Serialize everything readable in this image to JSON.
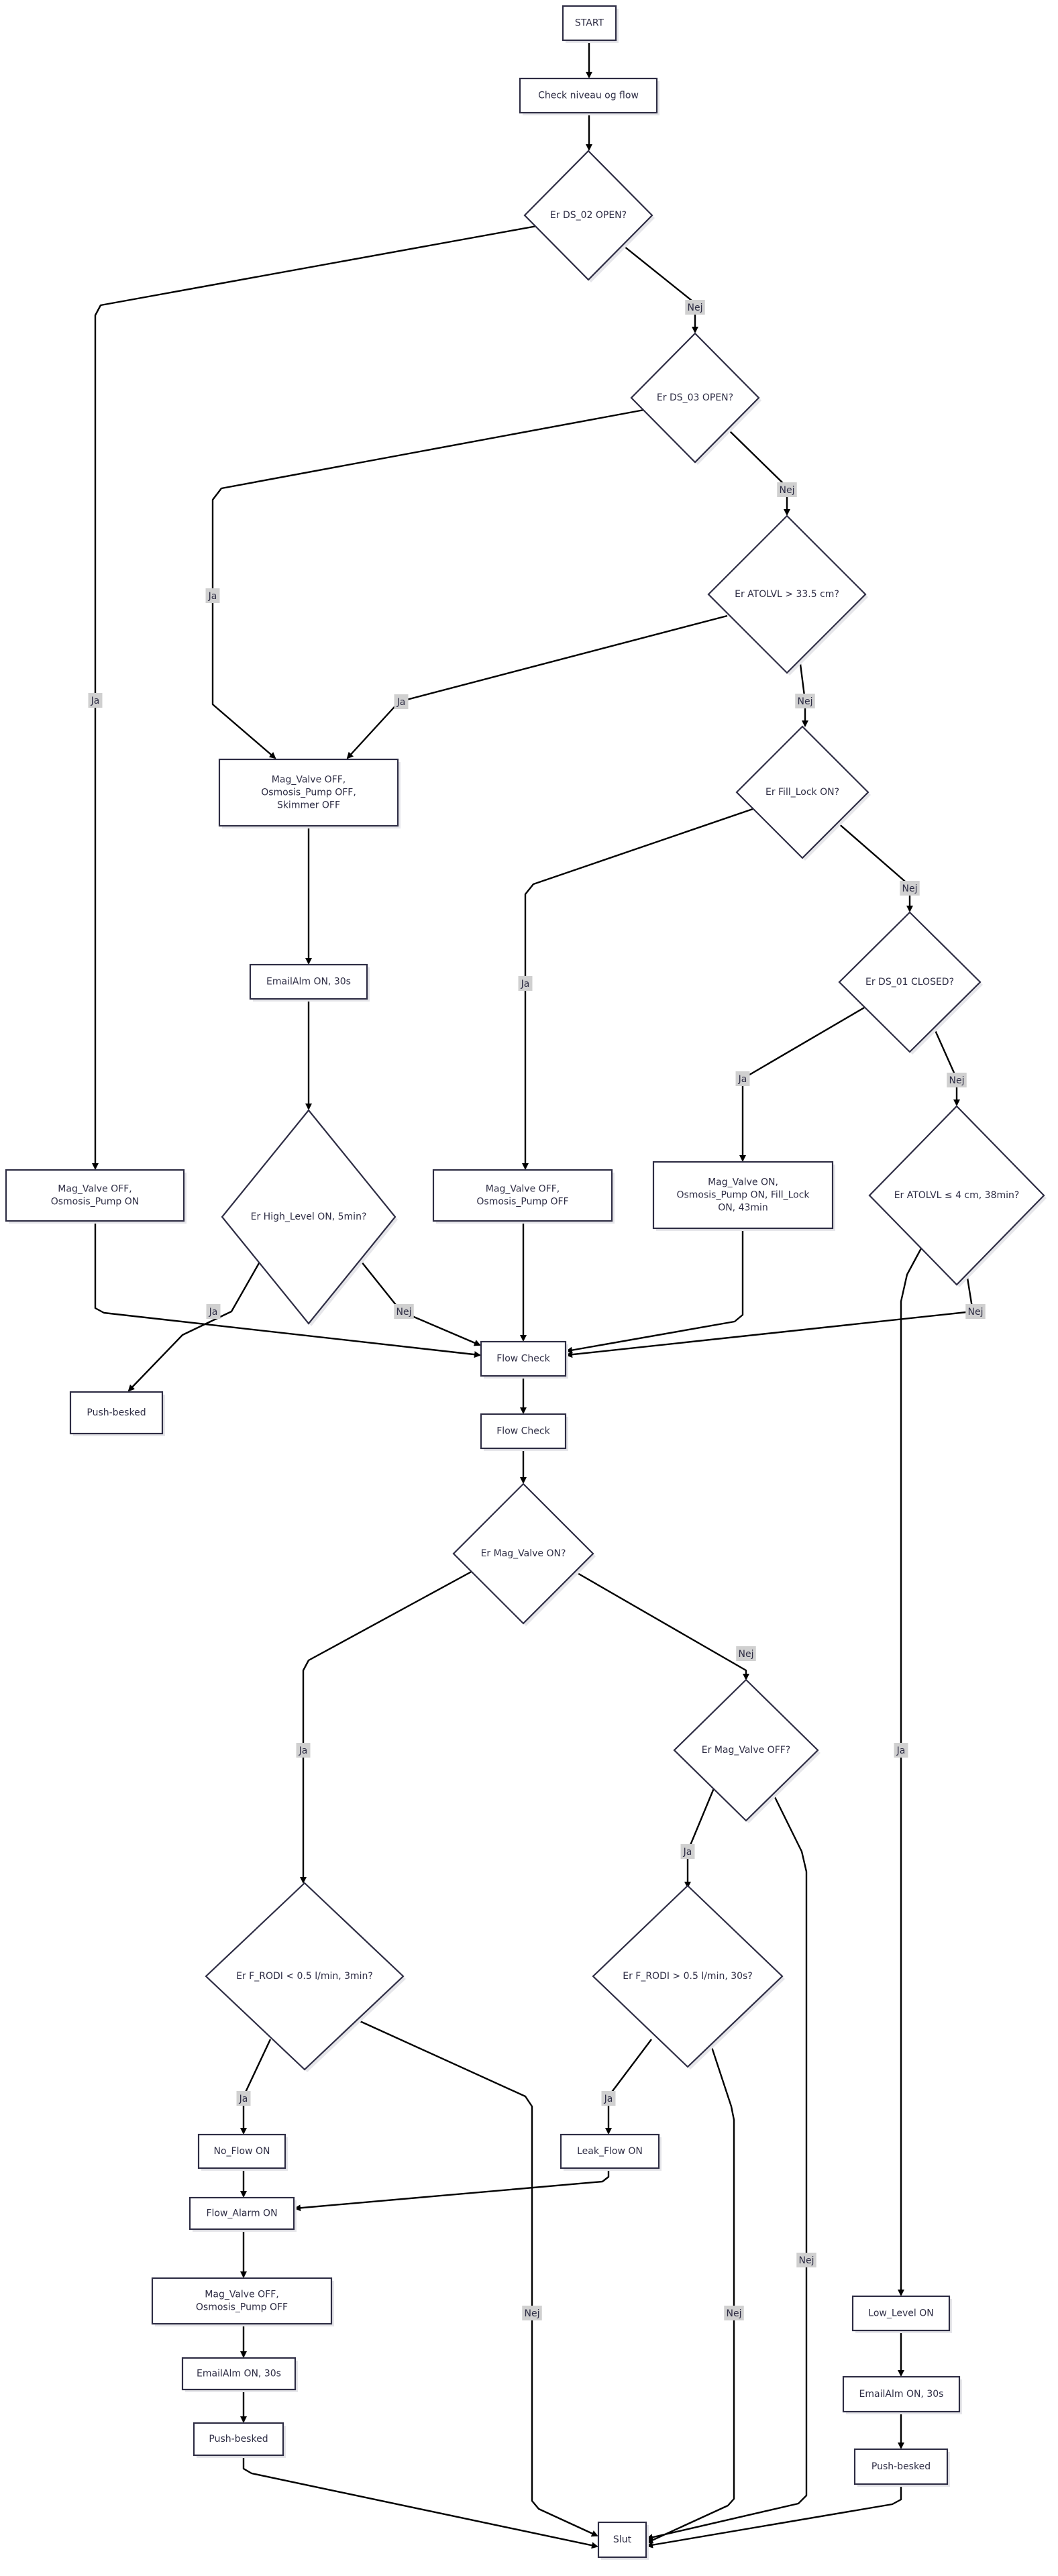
{
  "diagram": {
    "type": "flowchart",
    "labels": {
      "yes": "Ja",
      "no": "Nej"
    },
    "nodes": [
      {
        "id": "start",
        "shape": "rect",
        "lines": [
          "START"
        ]
      },
      {
        "id": "check",
        "shape": "rect",
        "lines": [
          "Check niveau og flow"
        ]
      },
      {
        "id": "q_ds02",
        "shape": "diamond",
        "lines": [
          "Er DS_02 OPEN?"
        ]
      },
      {
        "id": "q_ds03",
        "shape": "diamond",
        "lines": [
          "Er DS_03 OPEN?"
        ]
      },
      {
        "id": "q_atolvl_high",
        "shape": "diamond",
        "lines": [
          "Er ATOLVL > 33.5 cm?"
        ]
      },
      {
        "id": "q_fill_lock",
        "shape": "diamond",
        "lines": [
          "Er Fill_Lock ON?"
        ]
      },
      {
        "id": "q_ds01",
        "shape": "diamond",
        "lines": [
          "Er DS_01 CLOSED?"
        ]
      },
      {
        "id": "q_atolvl_low",
        "shape": "diamond",
        "lines": [
          "Er ATOLVL ≤ 4 cm, 38min?"
        ]
      },
      {
        "id": "act_all_off",
        "shape": "rect",
        "lines": [
          "Mag_Valve OFF,",
          "Osmosis_Pump OFF,",
          "Skimmer OFF"
        ]
      },
      {
        "id": "email_1",
        "shape": "rect",
        "lines": [
          "EmailAlm ON, 30s"
        ]
      },
      {
        "id": "q_high_level",
        "shape": "diamond",
        "lines": [
          "Er High_Level ON, 5min?"
        ]
      },
      {
        "id": "push_1",
        "shape": "rect",
        "lines": [
          "Push-besked"
        ]
      },
      {
        "id": "act_valve_off_pump_on",
        "shape": "rect",
        "lines": [
          "Mag_Valve OFF,",
          "Osmosis_Pump ON"
        ]
      },
      {
        "id": "act_valve_pump_off",
        "shape": "rect",
        "lines": [
          "Mag_Valve OFF,",
          "Osmosis_Pump OFF"
        ]
      },
      {
        "id": "act_fill",
        "shape": "rect",
        "lines": [
          "Mag_Valve ON,",
          "Osmosis_Pump ON, Fill_Lock",
          "ON, 43min"
        ]
      },
      {
        "id": "flow_check_1",
        "shape": "rect",
        "lines": [
          "Flow Check"
        ]
      },
      {
        "id": "flow_check_2",
        "shape": "rect",
        "lines": [
          "Flow Check"
        ]
      },
      {
        "id": "q_valve_on",
        "shape": "diamond",
        "lines": [
          "Er Mag_Valve ON?"
        ]
      },
      {
        "id": "q_valve_off",
        "shape": "diamond",
        "lines": [
          "Er Mag_Valve OFF?"
        ]
      },
      {
        "id": "q_rodi_low",
        "shape": "diamond",
        "lines": [
          "Er F_RODI < 0.5 l/min, 3min?"
        ]
      },
      {
        "id": "q_rodi_high",
        "shape": "diamond",
        "lines": [
          "Er F_RODI > 0.5 l/min, 30s?"
        ]
      },
      {
        "id": "no_flow",
        "shape": "rect",
        "lines": [
          "No_Flow ON"
        ]
      },
      {
        "id": "leak_flow",
        "shape": "rect",
        "lines": [
          "Leak_Flow ON"
        ]
      },
      {
        "id": "flow_alarm",
        "shape": "rect",
        "lines": [
          "Flow_Alarm ON"
        ]
      },
      {
        "id": "act_valve_pump_off_2",
        "shape": "rect",
        "lines": [
          "Mag_Valve OFF,",
          "Osmosis_Pump OFF"
        ]
      },
      {
        "id": "email_2",
        "shape": "rect",
        "lines": [
          "EmailAlm ON, 30s"
        ]
      },
      {
        "id": "push_2",
        "shape": "rect",
        "lines": [
          "Push-besked"
        ]
      },
      {
        "id": "low_level",
        "shape": "rect",
        "lines": [
          "Low_Level ON"
        ]
      },
      {
        "id": "email_3",
        "shape": "rect",
        "lines": [
          "EmailAlm ON, 30s"
        ]
      },
      {
        "id": "push_3",
        "shape": "rect",
        "lines": [
          "Push-besked"
        ]
      },
      {
        "id": "end",
        "shape": "rect",
        "lines": [
          "Slut"
        ]
      }
    ],
    "edges": [
      {
        "from": "start",
        "to": "check",
        "label": ""
      },
      {
        "from": "check",
        "to": "q_ds02",
        "label": ""
      },
      {
        "from": "q_ds02",
        "to": "act_valve_off_pump_on",
        "label": "Ja"
      },
      {
        "from": "q_ds02",
        "to": "q_ds03",
        "label": "Nej"
      },
      {
        "from": "q_ds03",
        "to": "act_all_off",
        "label": "Ja"
      },
      {
        "from": "q_ds03",
        "to": "q_atolvl_high",
        "label": "Nej"
      },
      {
        "from": "q_atolvl_high",
        "to": "act_all_off",
        "label": "Ja"
      },
      {
        "from": "q_atolvl_high",
        "to": "q_fill_lock",
        "label": "Nej"
      },
      {
        "from": "q_fill_lock",
        "to": "act_valve_pump_off",
        "label": "Ja"
      },
      {
        "from": "q_fill_lock",
        "to": "q_ds01",
        "label": "Nej"
      },
      {
        "from": "q_ds01",
        "to": "act_fill",
        "label": "Ja"
      },
      {
        "from": "q_ds01",
        "to": "q_atolvl_low",
        "label": "Nej"
      },
      {
        "from": "act_all_off",
        "to": "email_1",
        "label": ""
      },
      {
        "from": "email_1",
        "to": "q_high_level",
        "label": ""
      },
      {
        "from": "q_high_level",
        "to": "push_1",
        "label": "Ja"
      },
      {
        "from": "q_high_level",
        "to": "flow_check_1",
        "label": "Nej"
      },
      {
        "from": "act_valve_off_pump_on",
        "to": "flow_check_1",
        "label": ""
      },
      {
        "from": "act_valve_pump_off",
        "to": "flow_check_1",
        "label": ""
      },
      {
        "from": "act_fill",
        "to": "flow_check_1",
        "label": ""
      },
      {
        "from": "q_atolvl_low",
        "to": "flow_check_1",
        "label": "Nej"
      },
      {
        "from": "q_atolvl_low",
        "to": "low_level",
        "label": "Ja"
      },
      {
        "from": "flow_check_1",
        "to": "flow_check_2",
        "label": ""
      },
      {
        "from": "flow_check_2",
        "to": "q_valve_on",
        "label": ""
      },
      {
        "from": "q_valve_on",
        "to": "q_rodi_low",
        "label": "Ja"
      },
      {
        "from": "q_valve_on",
        "to": "q_valve_off",
        "label": "Nej"
      },
      {
        "from": "q_valve_off",
        "to": "q_rodi_high",
        "label": "Ja"
      },
      {
        "from": "q_valve_off",
        "to": "end",
        "label": "Nej"
      },
      {
        "from": "q_rodi_low",
        "to": "no_flow",
        "label": "Ja"
      },
      {
        "from": "q_rodi_low",
        "to": "end",
        "label": "Nej"
      },
      {
        "from": "q_rodi_high",
        "to": "leak_flow",
        "label": "Ja"
      },
      {
        "from": "q_rodi_high",
        "to": "end",
        "label": "Nej"
      },
      {
        "from": "no_flow",
        "to": "flow_alarm",
        "label": ""
      },
      {
        "from": "leak_flow",
        "to": "flow_alarm",
        "label": ""
      },
      {
        "from": "flow_alarm",
        "to": "act_valve_pump_off_2",
        "label": ""
      },
      {
        "from": "act_valve_pump_off_2",
        "to": "email_2",
        "label": ""
      },
      {
        "from": "email_2",
        "to": "push_2",
        "label": ""
      },
      {
        "from": "push_2",
        "to": "end",
        "label": ""
      },
      {
        "from": "low_level",
        "to": "email_3",
        "label": ""
      },
      {
        "from": "email_3",
        "to": "push_3",
        "label": ""
      },
      {
        "from": "push_3",
        "to": "end",
        "label": ""
      }
    ]
  }
}
